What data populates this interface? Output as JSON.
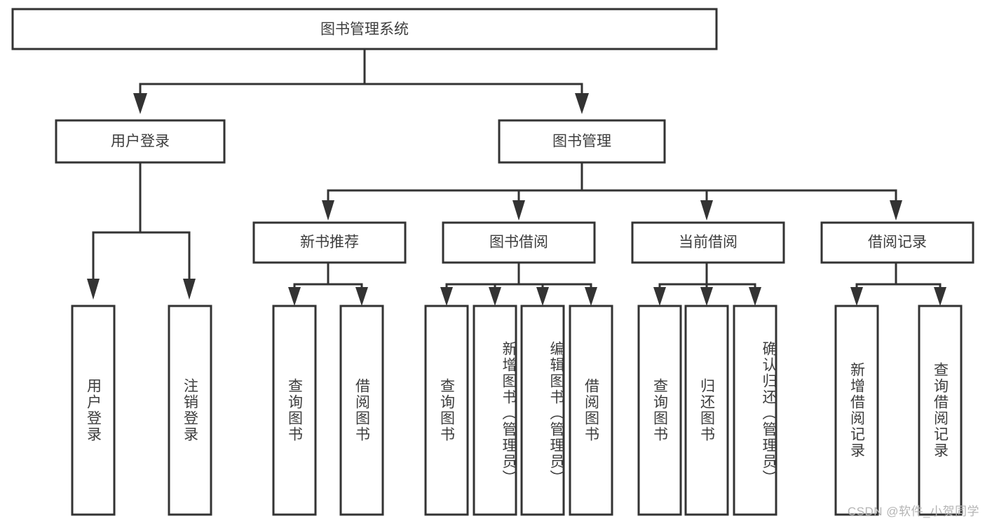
{
  "diagram": {
    "type": "tree-hierarchy-chart",
    "title": "图书管理系统",
    "watermark": "CSDN @软件_小贺同学",
    "colors": {
      "box_fill": "#ffffff",
      "box_stroke": "#333333",
      "text": "#3d3d3d",
      "background": "#ffffff",
      "watermark": "#b4b4b4"
    },
    "levels": {
      "root": {
        "label": "图书管理系统",
        "orientation": "horizontal"
      },
      "level2": [
        {
          "label": "用户登录",
          "orientation": "horizontal"
        },
        {
          "label": "图书管理",
          "orientation": "horizontal"
        }
      ],
      "level3": [
        {
          "label": "新书推荐",
          "orientation": "horizontal",
          "parent": "图书管理"
        },
        {
          "label": "图书借阅",
          "orientation": "horizontal",
          "parent": "图书管理"
        },
        {
          "label": "当前借阅",
          "orientation": "horizontal",
          "parent": "图书管理"
        },
        {
          "label": "借阅记录",
          "orientation": "horizontal",
          "parent": "图书管理"
        }
      ],
      "leaves": [
        {
          "label": "用户登录",
          "orientation": "vertical",
          "parent": "用户登录"
        },
        {
          "label": "注销登录",
          "orientation": "vertical",
          "parent": "用户登录"
        },
        {
          "label": "查询图书",
          "orientation": "vertical",
          "parent": "新书推荐"
        },
        {
          "label": "借阅图书",
          "orientation": "vertical",
          "parent": "新书推荐"
        },
        {
          "label": "查询图书",
          "orientation": "vertical",
          "parent": "图书借阅"
        },
        {
          "label": "新增图书（管理员）",
          "orientation": "vertical",
          "parent": "图书借阅"
        },
        {
          "label": "编辑图书（管理员）",
          "orientation": "vertical",
          "parent": "图书借阅"
        },
        {
          "label": "借阅图书",
          "orientation": "vertical",
          "parent": "图书借阅"
        },
        {
          "label": "查询图书",
          "orientation": "vertical",
          "parent": "当前借阅"
        },
        {
          "label": "归还图书",
          "orientation": "vertical",
          "parent": "当前借阅"
        },
        {
          "label": "确认归还（管理员）",
          "orientation": "vertical",
          "parent": "当前借阅"
        },
        {
          "label": "新增借阅记录",
          "orientation": "vertical",
          "parent": "借阅记录"
        },
        {
          "label": "查询借阅记录",
          "orientation": "vertical",
          "parent": "借阅记录"
        }
      ]
    }
  }
}
